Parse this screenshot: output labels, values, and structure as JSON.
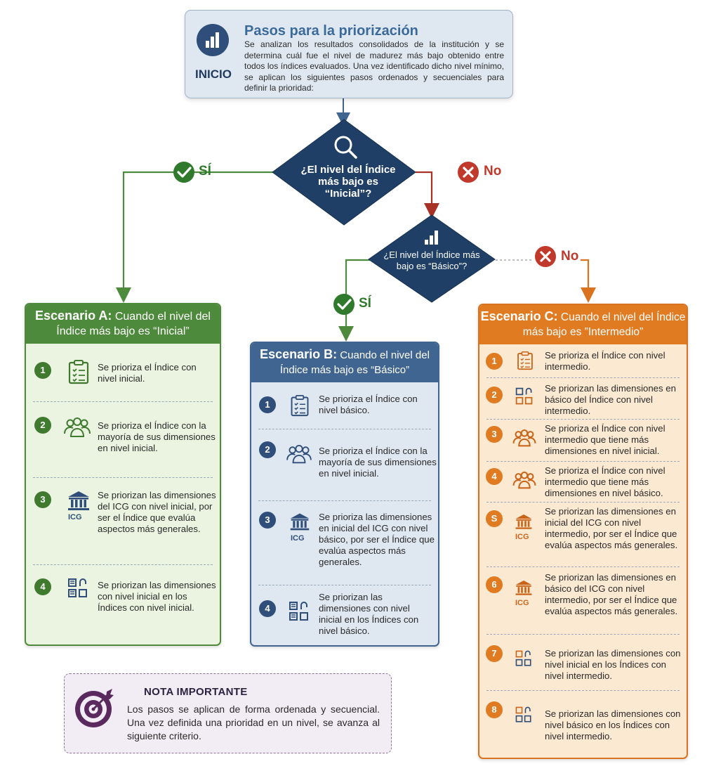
{
  "start": {
    "title": "Pasos para la priorización",
    "label": "INICIO",
    "text": "Se analizan los resultados consolidados de la institución y se determina cuál fue el nivel de madurez más bajo obtenido entre todos los índices evaluados. Una vez identificado dicho nivel mínimo, se aplican los siguientes pasos ordenados y secuenciales para definir la prioridad:"
  },
  "decision1": {
    "question": "¿El nivel del Índice más bajo es “Inicial”?",
    "yes": "SÍ",
    "no": "No"
  },
  "decision2": {
    "question": "¿El nivel del Índice más bajo es “Básico”?",
    "yes": "SÍ",
    "no": "No"
  },
  "scenarioA": {
    "title_bold": "Escenario A:",
    "title_rest": " Cuando el nivel del Índice más bajo es “Inicial”",
    "items": [
      {
        "n": "1",
        "text": "Se prioriza el Índice con nivel inicial."
      },
      {
        "n": "2",
        "text": "Se prioriza el Índice con la mayoría de sus dimensiones en nivel inicial."
      },
      {
        "n": "3",
        "text": "Se priorizan las dimensiones del ICG con nivel inicial, por ser el Índice que evalúa aspectos más generales."
      },
      {
        "n": "4",
        "text": "Se priorizan las dimensiones con nivel inicial en los Índices con nivel inicial."
      }
    ],
    "icg": "ICG"
  },
  "scenarioB": {
    "title_bold": "Escenario B:",
    "title_rest": " Cuando el nivel del Índice más bajo es “Básico”",
    "items": [
      {
        "n": "1",
        "text": "Se prioriza el Índice con nivel básico."
      },
      {
        "n": "2",
        "text": "Se prioriza el Índice con la mayoría de sus dimensiones en nivel inicial."
      },
      {
        "n": "3",
        "text": "Se prioriza las dimensiones en inicial del ICG con nivel básico, por ser el Índice que evalúa aspectos más generales."
      },
      {
        "n": "4",
        "text": "Se priorizan las dimensiones con nivel inicial en los Índices con nivel básico."
      }
    ],
    "icg": "ICG"
  },
  "scenarioC": {
    "title_bold": "Escenario C:",
    "title_rest": " Cuando el nivel del Índice más bajo es ”Intermedio”",
    "items": [
      {
        "n": "1",
        "text": "Se prioriza el Índice con nivel intermedio."
      },
      {
        "n": "2",
        "text": "Se priorizan las dimensiones en básico del Índice con nivel intermedio."
      },
      {
        "n": "3",
        "text": "Se prioriza el Índice con nivel intermedio que tiene más dimensiones en nivel inicial."
      },
      {
        "n": "4",
        "text": "Se prioriza el Índice con nivel intermedio que tiene más dimensiones en nivel básico."
      },
      {
        "n": "S",
        "text": "Se priorizan las dimensiones en inicial del ICG con nivel intermedio, por ser el Índice que evalúa aspectos más generales."
      },
      {
        "n": "6",
        "text": "Se priorizan las dimensiones en básico del ICG con nivel intermedio, por ser el Índice que evalúa aspectos más generales."
      },
      {
        "n": "7",
        "text": "Se priorizan las dimensiones con nivel inicial en los Índices con nivel intermedio."
      },
      {
        "n": "8",
        "text": "Se priorizan las dimensiones con nivel básico en los Índices con nivel intermedio."
      }
    ],
    "icg": "ICG"
  },
  "note": {
    "title": "NOTA IMPORTANTE",
    "text": "Los pasos se aplican de forma ordenada y secuencial. Una vez definida una prioridad en un nivel, se avanza al siguiente criterio."
  },
  "colors": {
    "green": "#4e8a3c",
    "blue": "#2f4f7a",
    "orange": "#e07b22",
    "red": "#c0392b",
    "purple": "#5a2a5e"
  }
}
